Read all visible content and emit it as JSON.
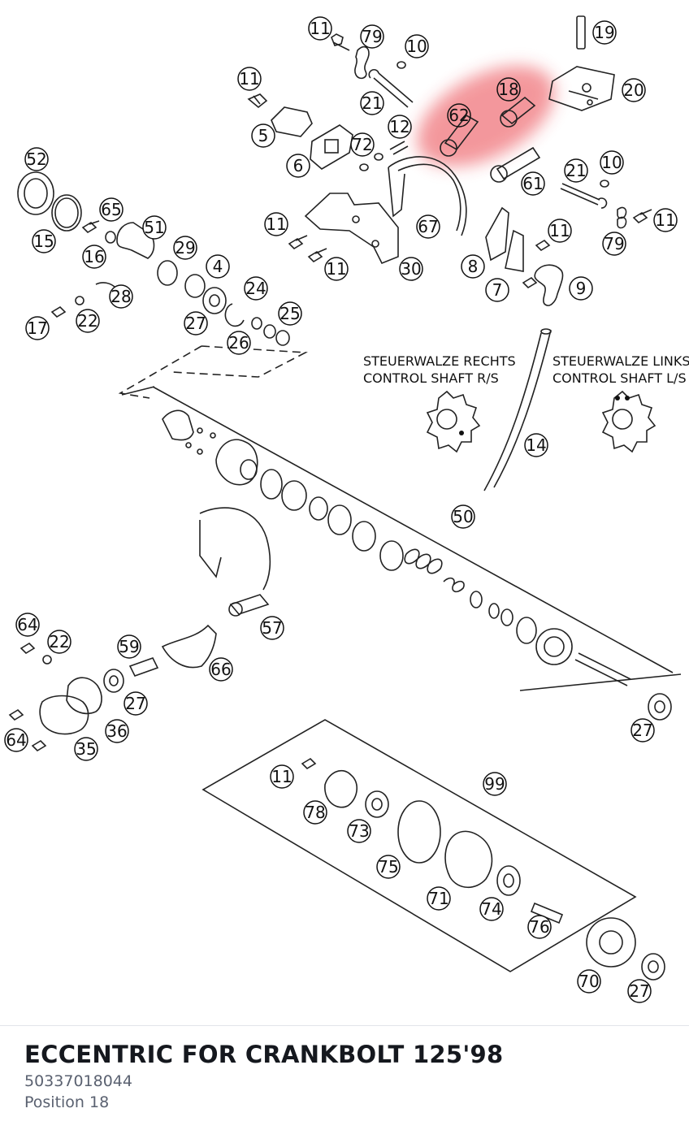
{
  "diagram": {
    "callouts": [
      "11",
      "79",
      "10",
      "19",
      "20",
      "11",
      "21",
      "18",
      "62",
      "5",
      "12",
      "6",
      "72",
      "61",
      "21",
      "10",
      "52",
      "65",
      "51",
      "67",
      "11",
      "11",
      "11",
      "79",
      "15",
      "16",
      "29",
      "4",
      "30",
      "8",
      "7",
      "9",
      "11",
      "28",
      "24",
      "17",
      "22",
      "27",
      "25",
      "26",
      "14",
      "50",
      "64",
      "22",
      "59",
      "57",
      "66",
      "27",
      "64",
      "36",
      "35",
      "11",
      "99",
      "78",
      "73",
      "75",
      "71",
      "74",
      "76",
      "70",
      "27",
      "27"
    ],
    "highlight_callout": "18",
    "captions": {
      "right_de": "STEUERWALZE RECHTS",
      "right_en": "CONTROL SHAFT R/S",
      "left_de": "STEUERWALZE LINKS",
      "left_en": "CONTROL SHAFT L/S"
    },
    "highlight_color": "#e8333a"
  },
  "part": {
    "title": "ECCENTRIC FOR CRANKBOLT 125'98",
    "number": "50337018044",
    "position": "Position 18"
  }
}
